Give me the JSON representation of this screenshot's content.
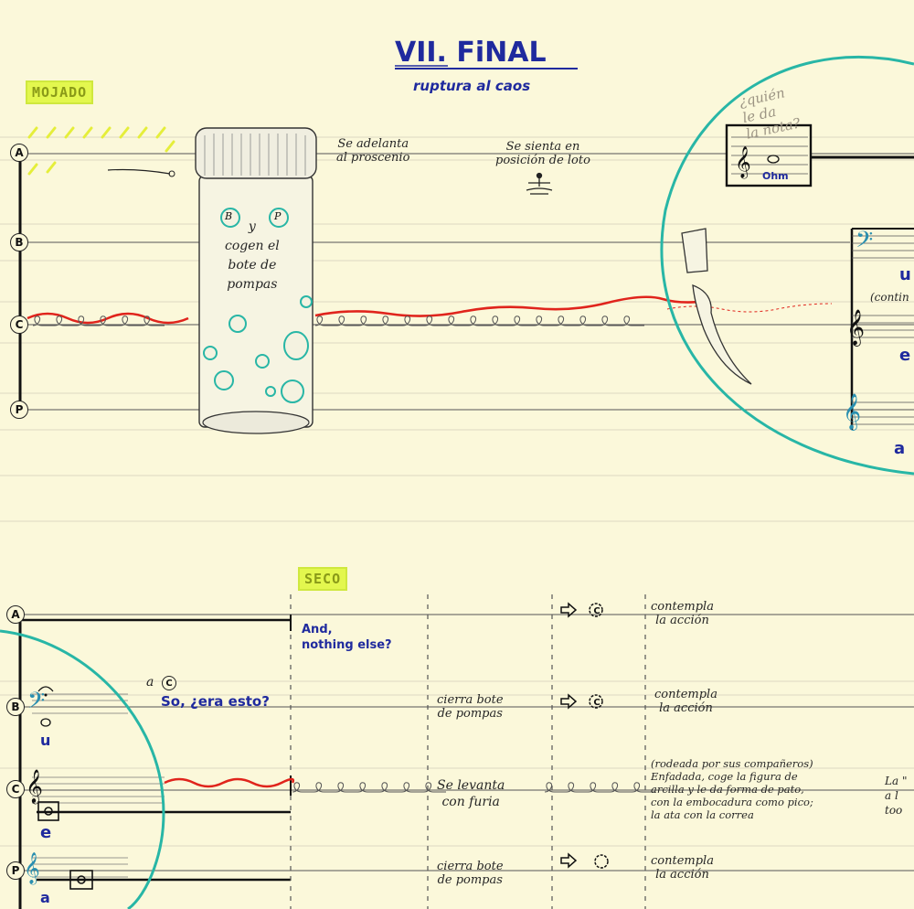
{
  "header": {
    "title": "VII. FiNAL",
    "subtitle": "ruptura al caos"
  },
  "markers": {
    "wet": "MOJADO",
    "dry": "SECO"
  },
  "staff_labels": [
    "A",
    "B",
    "C",
    "P"
  ],
  "system1": {
    "a_text_1": "Se adelanta\nal proscenio",
    "a_text_2": "Se sienta en\nposición de loto",
    "jar_text": "y\ncogen el\nbote de\npompas",
    "jar_b": "B",
    "jar_p": "P",
    "question": "¿quién\nle da\nla nota?",
    "ohm": "Ohm",
    "continuo": "(contin",
    "vowel_u": "u",
    "vowel_e": "e",
    "vowel_a": "a"
  },
  "system2": {
    "a_question": "And,\nnothing else?",
    "b_to_c": "a",
    "b_to_c_target": "C",
    "b_question": "So, ¿era esto?",
    "b_vowel": "u",
    "c_vowel": "e",
    "p_vowel": "a",
    "b_action": "cierra bote\nde pompas",
    "c_action": "Se levanta\ncon furia",
    "p_action": "cierra bote\nde pompas",
    "contemplate_a": "contempla\nla acción",
    "contemplate_b": "contempla\nla acción",
    "contemplate_p": "contempla\nla acción",
    "arrow_target": "C",
    "c_paragraph": "(rodeada por sus compañeros)\nEnfadada, coge la figura de\narcilla y le da forma de pato,\ncon la embocadura como pico;\nla ata con la correa",
    "c_edge": "La \"\na l\ntoo"
  },
  "colors": {
    "paper": "#fbf8da",
    "ink": "#222222",
    "blue_ink": "#1f2a9e",
    "red": "#e0241c",
    "teal": "#28b6a6",
    "highlight": "#e3f74e"
  }
}
